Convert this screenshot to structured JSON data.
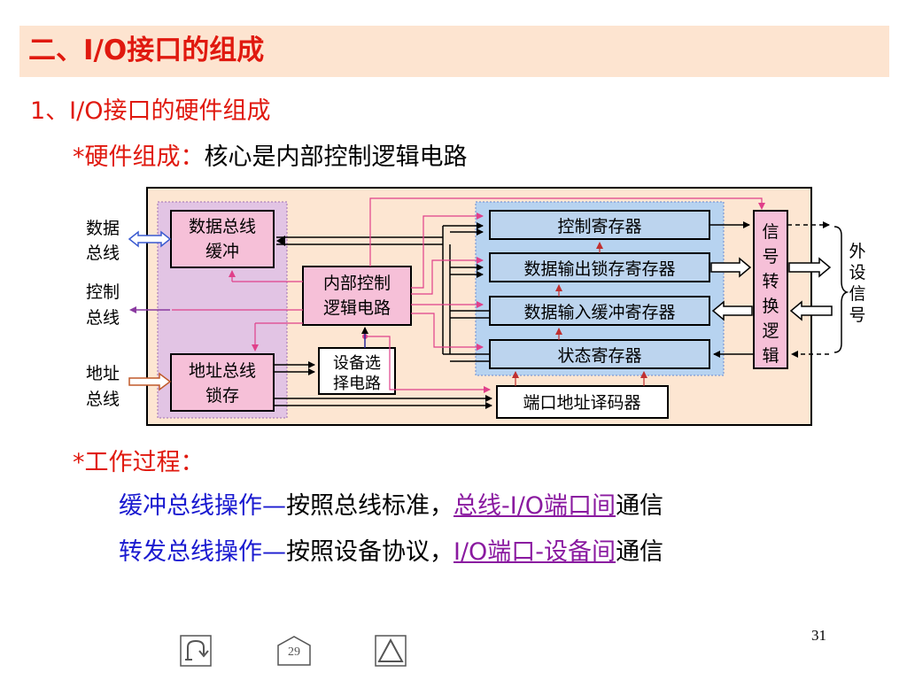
{
  "title": "二、I/O接口的组成",
  "subtitle": "1、I/O接口的硬件组成",
  "hardware": {
    "lead": "*硬件组成：",
    "text": "核心是内部控制逻辑电路"
  },
  "diagram": {
    "left_labels": {
      "data_bus": [
        "数据",
        "总线"
      ],
      "control_bus": [
        "控制",
        "总线"
      ],
      "address_bus": [
        "地址",
        "总线"
      ]
    },
    "blocks": {
      "data_buffer": [
        "数据总线",
        "缓冲"
      ],
      "address_latch": [
        "地址总线",
        "锁存"
      ],
      "control_logic": [
        "内部控制",
        "逻辑电路"
      ],
      "device_select": [
        "设备选",
        "择电路"
      ],
      "control_register": "控制寄存器",
      "data_out_register": "数据输出锁存寄存器",
      "data_in_register": "数据输入缓冲寄存器",
      "status_register": "状态寄存器",
      "port_decoder": "端口地址译码器",
      "signal_convert": [
        "信",
        "号",
        "转",
        "换",
        "逻",
        "辑"
      ]
    },
    "right_label": [
      "外",
      "设",
      "信",
      "号"
    ]
  },
  "work": {
    "lead": "*工作过程："
  },
  "process": [
    {
      "op": "缓冲总线操作—",
      "text": "按照总线标准，",
      "link": "总线-I/O端口间",
      "tail": "通信"
    },
    {
      "op": "转发总线操作—",
      "text": "按照设备协议，",
      "link": "I/O端口-设备间",
      "tail": "通信"
    }
  ],
  "page_number": "31",
  "nav": {
    "page_label": "29"
  },
  "colors": {
    "title": "#e0190f",
    "title_bg": "#fde4d0",
    "panel": "#fde6d2",
    "purple_zone": "#e2c4e4",
    "blue_zone": "#b7d3f0",
    "register": "#bcd4ee",
    "logic": "#f6c0d8"
  }
}
